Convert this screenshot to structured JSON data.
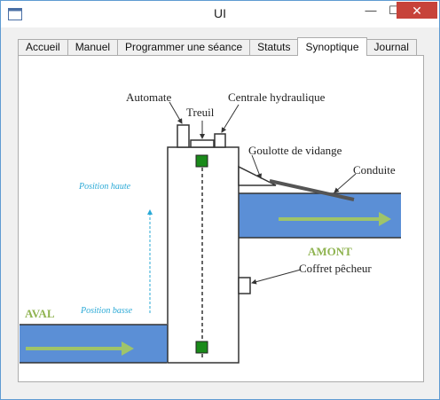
{
  "window": {
    "title": "UI",
    "minimize_glyph": "—",
    "maximize_glyph": "☐",
    "close_glyph": "✕"
  },
  "tabs": [
    {
      "label": "Accueil",
      "active": false
    },
    {
      "label": "Manuel",
      "active": false
    },
    {
      "label": "Programmer une séance",
      "active": false
    },
    {
      "label": "Statuts",
      "active": false
    },
    {
      "label": "Synoptique",
      "active": true
    },
    {
      "label": "Journal",
      "active": false
    }
  ],
  "synoptique": {
    "labels": {
      "automate": "Automate",
      "treuil": "Treuil",
      "centrale": "Centrale hydraulique",
      "goulotte": "Goulotte de vidange",
      "conduite": "Conduite",
      "amont": "AMONT",
      "aval": "AVAL",
      "coffret": "Coffret pêcheur",
      "position_haute": "Position haute",
      "position_basse": "Position basse"
    },
    "colors": {
      "water": "#5b8fd6",
      "flow_arrow": "#9fc46a",
      "side_label": "#8fb350",
      "position_label": "#2aa9d6",
      "sensor": "#1a8a1a",
      "outline": "#333333"
    }
  }
}
